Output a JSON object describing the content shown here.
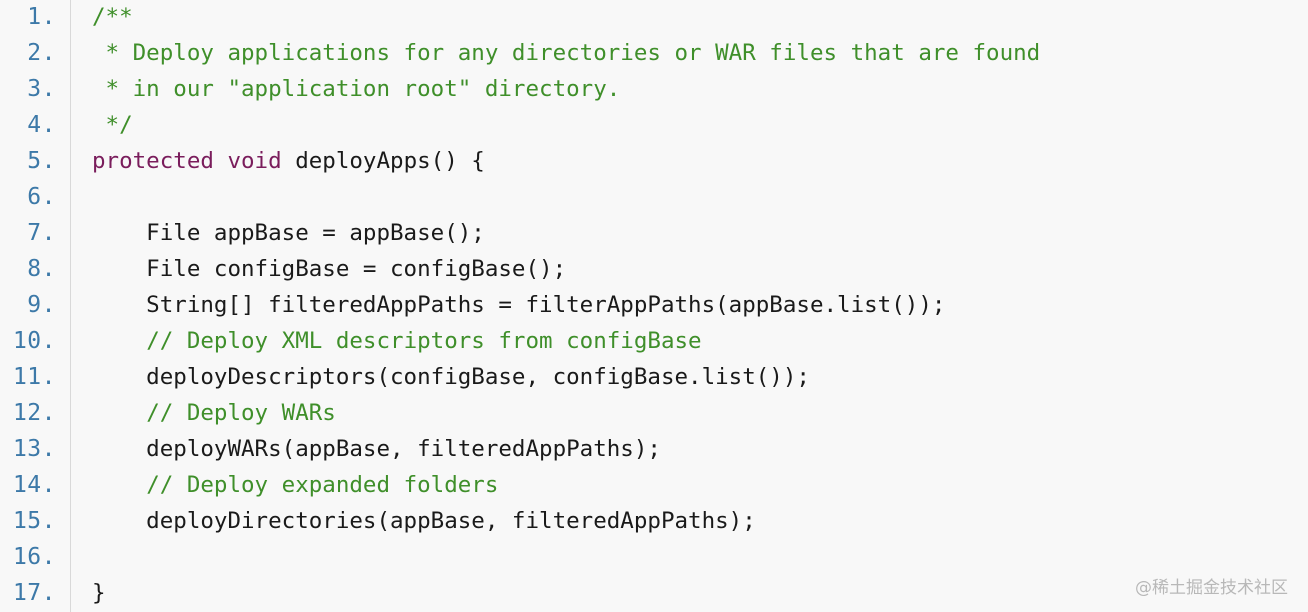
{
  "lines": [
    {
      "number": "1.",
      "tokens": [
        {
          "text": "/**",
          "type": "comment"
        }
      ]
    },
    {
      "number": "2.",
      "tokens": [
        {
          "text": " * Deploy applications for any directories or WAR files that are found",
          "type": "comment"
        }
      ]
    },
    {
      "number": "3.",
      "tokens": [
        {
          "text": " * in our \"application root\" directory.",
          "type": "comment"
        }
      ]
    },
    {
      "number": "4.",
      "tokens": [
        {
          "text": " */",
          "type": "comment"
        }
      ]
    },
    {
      "number": "5.",
      "tokens": [
        {
          "text": "protected",
          "type": "keyword"
        },
        {
          "text": " ",
          "type": "plain"
        },
        {
          "text": "void",
          "type": "keyword"
        },
        {
          "text": " deployApps() {",
          "type": "plain"
        }
      ]
    },
    {
      "number": "6.",
      "tokens": []
    },
    {
      "number": "7.",
      "tokens": [
        {
          "text": "    File appBase = appBase();",
          "type": "plain"
        }
      ]
    },
    {
      "number": "8.",
      "tokens": [
        {
          "text": "    File configBase = configBase();",
          "type": "plain"
        }
      ]
    },
    {
      "number": "9.",
      "tokens": [
        {
          "text": "    String[] filteredAppPaths = filterAppPaths(appBase.list());",
          "type": "plain"
        }
      ]
    },
    {
      "number": "10.",
      "tokens": [
        {
          "text": "    ",
          "type": "plain"
        },
        {
          "text": "// Deploy XML descriptors from configBase",
          "type": "comment"
        }
      ]
    },
    {
      "number": "11.",
      "tokens": [
        {
          "text": "    deployDescriptors(configBase, configBase.list());",
          "type": "plain"
        }
      ]
    },
    {
      "number": "12.",
      "tokens": [
        {
          "text": "    ",
          "type": "plain"
        },
        {
          "text": "// Deploy WARs",
          "type": "comment"
        }
      ]
    },
    {
      "number": "13.",
      "tokens": [
        {
          "text": "    deployWARs(appBase, filteredAppPaths);",
          "type": "plain"
        }
      ]
    },
    {
      "number": "14.",
      "tokens": [
        {
          "text": "    ",
          "type": "plain"
        },
        {
          "text": "// Deploy expanded folders",
          "type": "comment"
        }
      ]
    },
    {
      "number": "15.",
      "tokens": [
        {
          "text": "    deployDirectories(appBase, filteredAppPaths);",
          "type": "plain"
        }
      ]
    },
    {
      "number": "16.",
      "tokens": []
    },
    {
      "number": "17.",
      "tokens": [
        {
          "text": "}",
          "type": "plain"
        }
      ]
    }
  ],
  "watermark": "@稀土掘金技术社区",
  "colors": {
    "background": "#f8f8f8",
    "line_number": "#3d79a8",
    "comment": "#3f8f2a",
    "keyword": "#7a1d5c",
    "plain": "#1a1a1a"
  }
}
